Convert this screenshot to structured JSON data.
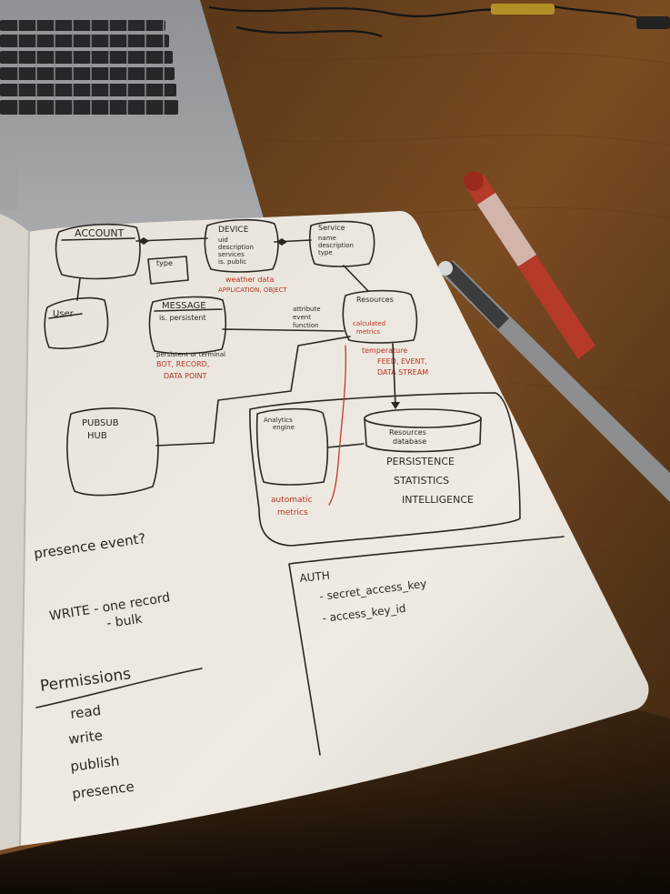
{
  "notebook": {
    "entities": {
      "account": "ACCOUNT",
      "user": "User",
      "device": "DEVICE",
      "device_fields": [
        "uid",
        "description",
        "services",
        "is. public"
      ],
      "type": "type",
      "service": "Service",
      "service_fields": [
        "name",
        "description",
        "type"
      ],
      "message": "MESSAGE",
      "message_fields": [
        "is. persistent"
      ],
      "resources": "Resources",
      "resources_fields": [
        "calculated",
        "metrics"
      ],
      "pubsub_hub": [
        "PUBSUB",
        "HUB"
      ],
      "database": [
        "Resources",
        "database"
      ],
      "analytics_engine": [
        "Analytics",
        "engine"
      ]
    },
    "annotations_black": {
      "attribute_event_function": [
        "attribute",
        "event",
        "function"
      ],
      "db_capabilities": [
        "PERSISTENCE",
        "STATISTICS",
        "INTELLIGENCE"
      ],
      "presence_event": "presence event?",
      "write_record": "WRITE - one record",
      "bulk": "- bulk",
      "permissions_title": "Permissions",
      "permissions": [
        "read",
        "write",
        "publish",
        "presence"
      ],
      "auth_title": "AUTH",
      "auth_items": [
        "- secret_access_key",
        "- access_key_id"
      ]
    },
    "annotations_red": {
      "weather_data": [
        "weather data",
        "APPLICATION, OBJECT"
      ],
      "persistent_or_terminal": [
        "persistent or terminal",
        "BOT, RECORD,",
        "DATA POINT"
      ],
      "temperature": [
        "temperature",
        "FEED, EVENT,",
        "DATA STREAM"
      ],
      "automatic_metrics": [
        "automatic",
        "metrics"
      ]
    }
  },
  "colors": {
    "desk": "#6b4420",
    "paper": "#eeeae2",
    "ink": "#2a2622",
    "red_ink": "#c0392b",
    "laptop": "#9b9da0"
  }
}
